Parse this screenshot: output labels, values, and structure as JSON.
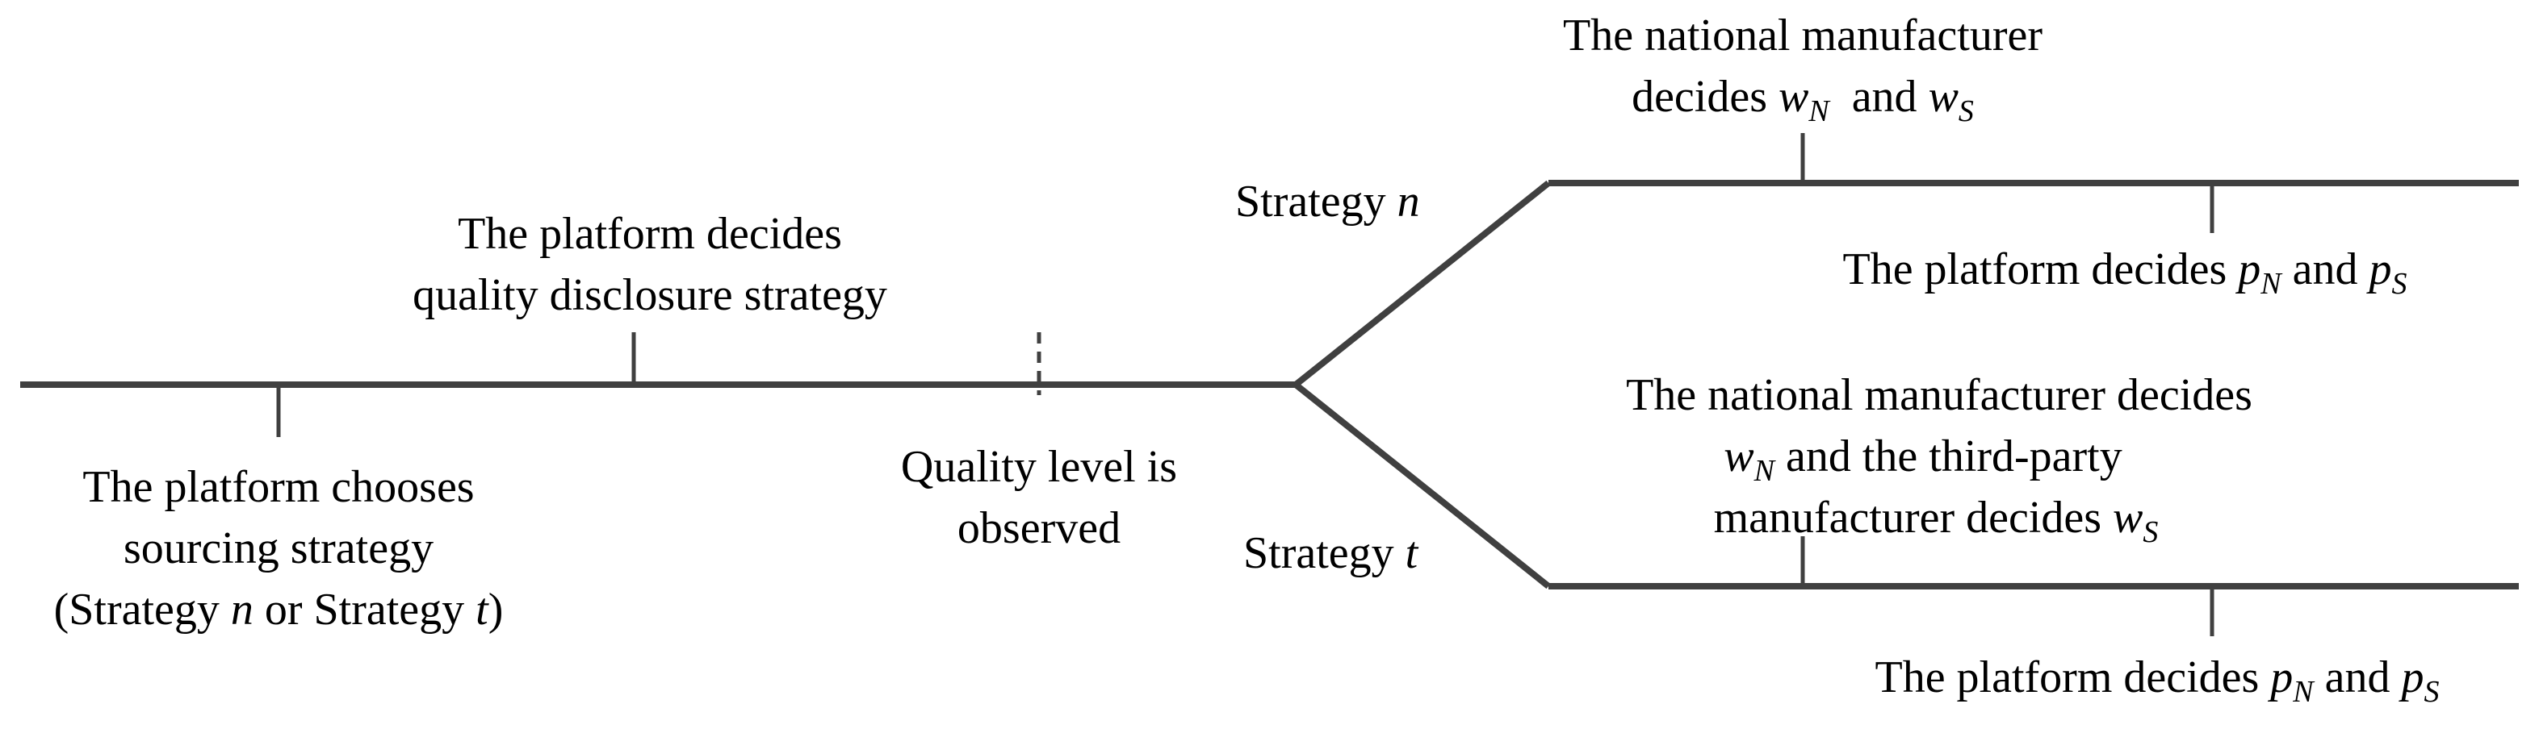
{
  "main_timeline": {
    "events": [
      {
        "lines": [
          "The platform chooses",
          "sourcing strategy"
        ],
        "line3": {
          "prefix": "(Strategy ",
          "var1": "n",
          "mid": " or Strategy ",
          "var2": "t",
          "suffix": ")"
        }
      },
      {
        "lines": [
          "The platform decides",
          "quality disclosure strategy"
        ]
      },
      {
        "lines": [
          "Quality level is",
          "observed"
        ]
      }
    ]
  },
  "branch_n": {
    "label": {
      "text": "Strategy ",
      "var": "n"
    },
    "event1": {
      "line1": "The national manufacturer",
      "line2": {
        "text": "decides ",
        "var1": "w",
        "sub1": "N",
        "mid": "  and ",
        "var2": "w",
        "sub2": "S"
      }
    },
    "event2": {
      "text": "The platform decides ",
      "var1": "p",
      "sub1": "N",
      "mid": " and ",
      "var2": "p",
      "sub2": "S"
    }
  },
  "branch_t": {
    "label": {
      "text": "Strategy ",
      "var": "t"
    },
    "event1": {
      "line1": "The national manufacturer decides",
      "line2": {
        "var": "w",
        "sub": "N",
        "text": " and the third-party"
      },
      "line3": {
        "text": "manufacturer decides ",
        "var": "w",
        "sub": "S"
      }
    },
    "event2": {
      "text": "The platform decides ",
      "var1": "p",
      "sub1": "N",
      "mid": " and ",
      "var2": "p",
      "sub2": "S"
    }
  }
}
